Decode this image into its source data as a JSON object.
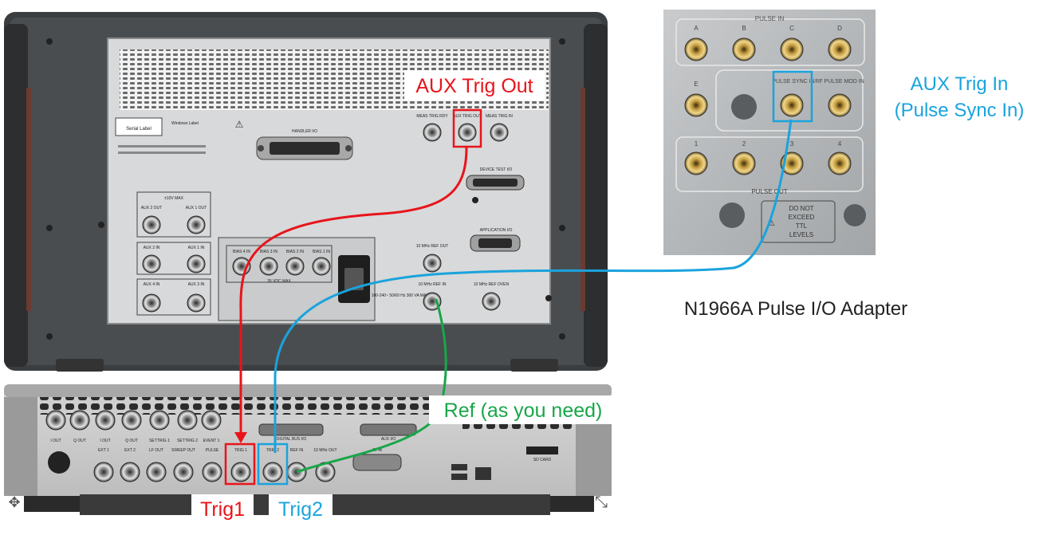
{
  "callouts": {
    "aux_trig_out": "AUX Trig Out",
    "aux_trig_in_line1": "AUX Trig In",
    "aux_trig_in_line2": "(Pulse Sync In)",
    "adapter_name": "N1966A Pulse I/O Adapter",
    "ref": "Ref (as you need)",
    "trig1": "Trig1",
    "trig2": "Trig2"
  },
  "colors": {
    "red": "#e8141b",
    "blue": "#1aa3dd",
    "green": "#18a649"
  },
  "analyzer_panel": {
    "serial_label": "Serial Label",
    "windows_label": "Windows Label",
    "handler_io": "HANDLER I/O",
    "meas_trig_rdy": "MEAS TRIG RDY",
    "aux_trig_out": "AUX TRIG OUT",
    "meas_trig_in": "MEAS TRIG IN",
    "device_test_io": "DEVICE TEST I/O",
    "application_io": "APPLICATION I/O",
    "plus_minus_10v_max": "±10V MAX",
    "aux2_out": "AUX 2 OUT",
    "aux1_out": "AUX 1 OUT",
    "aux2_in": "AUX 2 IN",
    "aux1_in": "AUX 1 IN",
    "aux4_in": "AUX 4 IN",
    "aux3_in": "AUX 3 IN",
    "bias4_in": "BIAS 4 IN",
    "bias3_in": "BIAS 3 IN",
    "bias2_in": "BIAS 2 IN",
    "bias1_in": "BIAS 1 IN",
    "vdc_max": "35 VDC MAX",
    "ref_out": "10 MHz REF OUT",
    "ref_in": "10 MHz REF IN",
    "ref_oven": "10 MHz REF OVEN",
    "line": "~LINE 100-240~ 50/60 Hz 300 VA MAX"
  },
  "adapter_panel": {
    "pulse_in": "PULSE IN",
    "ports_top": [
      "A",
      "B",
      "C",
      "D"
    ],
    "port_e": "E",
    "pulse_sync_in": "PULSE SYNC IN",
    "rf_pulse_mod_in": "RF PULSE MOD IN",
    "ports_out": [
      "1",
      "2",
      "3",
      "4"
    ],
    "pulse_out": "PULSE OUT",
    "warning": [
      "DO NOT",
      "EXCEED",
      "TTL",
      "LEVELS"
    ]
  },
  "source_panel": {
    "top_labels": [
      "I OUT",
      "Q OUT",
      "I OUT",
      "Q OUT",
      "SETTRIG 1",
      "SETTRIG 2",
      "EVENT 1"
    ],
    "bottom_labels": [
      "EXT 1",
      "EXT 2",
      "LF OUT",
      "SWEEP OUT",
      "PULSE",
      "TRIG 1",
      "TRIG 2",
      "REF IN",
      "10 MHz OUT"
    ],
    "digital_bus": "DIGITAL BUS I/O",
    "aux_io": "AUX I/O",
    "gpib": "GPIB",
    "sd_card": "SD CARD"
  }
}
